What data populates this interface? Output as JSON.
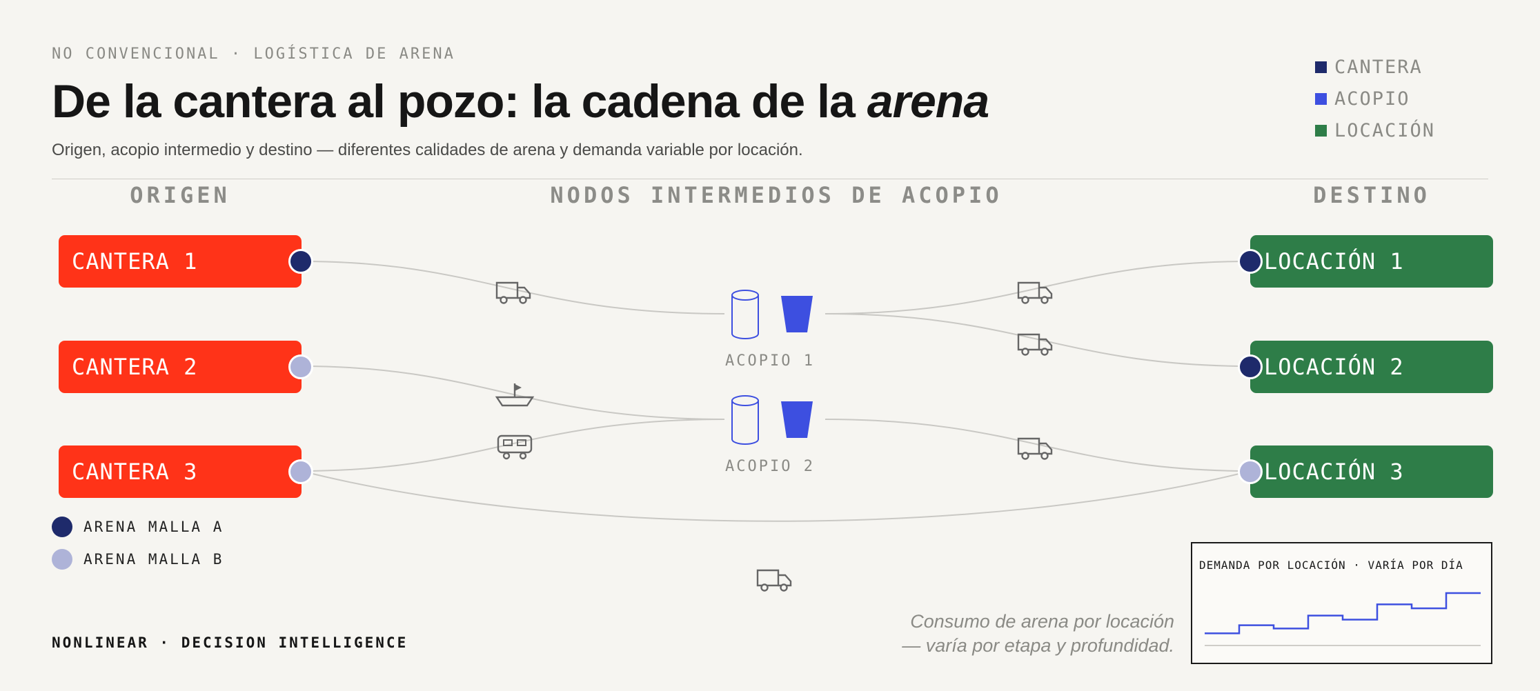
{
  "header": {
    "eyebrow": "NO CONVENCIONAL · LOGÍSTICA DE ARENA",
    "title_main": "De la cantera al pozo: la cadena de la ",
    "title_emph": "arena",
    "subtitle": "Origen, acopio intermedio y destino — diferentes calidades de arena y demanda variable por locación."
  },
  "legend_top": [
    {
      "label": "CANTERA",
      "color": "#1e2a6b"
    },
    {
      "label": "ACOPIO",
      "color": "#3d4fe0"
    },
    {
      "label": "LOCACIÓN",
      "color": "#2e7d48"
    }
  ],
  "columns": {
    "origin": "ORIGEN",
    "middle": "NODOS INTERMEDIOS DE ACOPIO",
    "destination": "DESTINO"
  },
  "sources": [
    {
      "label": "CANTERA 1",
      "sand": "A"
    },
    {
      "label": "CANTERA 2",
      "sand": "B"
    },
    {
      "label": "CANTERA 3",
      "sand": "B"
    }
  ],
  "hubs": [
    {
      "label": "ACOPIO 1",
      "silo_icon": "silo-icon",
      "hopper_icon": "hopper-icon"
    },
    {
      "label": "ACOPIO 2",
      "silo_icon": "silo-icon",
      "hopper_icon": "hopper-icon"
    }
  ],
  "destinations": [
    {
      "label": "LOCACIÓN 1",
      "sand": "A"
    },
    {
      "label": "LOCACIÓN 2",
      "sand": "A"
    },
    {
      "label": "LOCACIÓN 3",
      "sand": "B"
    }
  ],
  "routes": [
    {
      "from": "CANTERA 1",
      "to": "ACOPIO 1",
      "transport": "truck-icon"
    },
    {
      "from": "CANTERA 2",
      "to": "ACOPIO 2",
      "transport": "boat-icon"
    },
    {
      "from": "CANTERA 3",
      "to": "ACOPIO 2",
      "transport": "train-icon"
    },
    {
      "from": "ACOPIO 1",
      "to": "LOCACIÓN 1",
      "transport": "truck-icon"
    },
    {
      "from": "ACOPIO 1",
      "to": "LOCACIÓN 2",
      "transport": "truck-icon"
    },
    {
      "from": "ACOPIO 2",
      "to": "LOCACIÓN 3",
      "transport": "truck-icon"
    },
    {
      "from": "CANTERA 3",
      "to": "LOCACIÓN 3",
      "transport": "truck-icon"
    }
  ],
  "sand_legend": [
    {
      "label": "ARENA MALLA A",
      "color": "#1e2a6b"
    },
    {
      "label": "ARENA MALLA B",
      "color": "#aeb3d8"
    }
  ],
  "colors": {
    "cantera": "#ff3318",
    "locacion": "#2e7d48",
    "acopio": "#3d4fe0",
    "sand_a": "#1e2a6b",
    "sand_b": "#aeb3d8"
  },
  "brand": "NONLINEAR · DECISION INTELLIGENCE",
  "note": {
    "line1": "Consumo de arena por locación",
    "line2": "— varía por etapa y profundidad."
  },
  "mini_chart": {
    "title": "DEMANDA POR LOCACIÓN · VARÍA POR DÍA",
    "type": "step-line",
    "values": [
      1,
      2,
      1.6,
      3.2,
      2.7,
      4.6,
      4.1,
      6
    ]
  }
}
